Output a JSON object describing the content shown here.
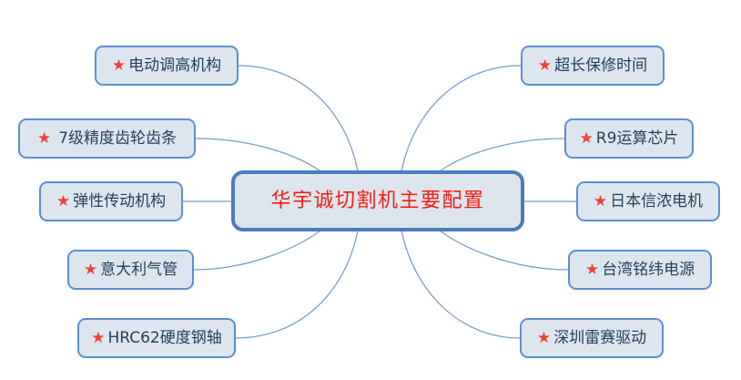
{
  "diagram": {
    "type": "mind-map",
    "title": "华宇诚切割机主要配置",
    "background_color": "#ffffff",
    "center": {
      "label": "华宇诚切割机主要配置",
      "text_color": "#fb1a12",
      "border_color": "#4a7ebb",
      "fill_color": "#dde6ef"
    },
    "node_style": {
      "border_color": "#5b8fd0",
      "fill_color": "#dde6ef",
      "text_color": "#24405c",
      "star_color": "#f0403a",
      "bullet_icon": "star-icon",
      "bullet_glyph": "★"
    },
    "connector_color": "#6f9bd1",
    "left_branches": [
      {
        "label": "电动调高机构"
      },
      {
        "label": "7级精度齿轮齿条"
      },
      {
        "label": "弹性传动机构"
      },
      {
        "label": "意大利气管"
      },
      {
        "label": "HRC62硬度钢轴"
      }
    ],
    "right_branches": [
      {
        "label": "超长保修时间"
      },
      {
        "label": "R9运算芯片"
      },
      {
        "label": "日本信浓电机"
      },
      {
        "label": "台湾铭纬电源"
      },
      {
        "label": "深圳雷赛驱动"
      }
    ]
  }
}
